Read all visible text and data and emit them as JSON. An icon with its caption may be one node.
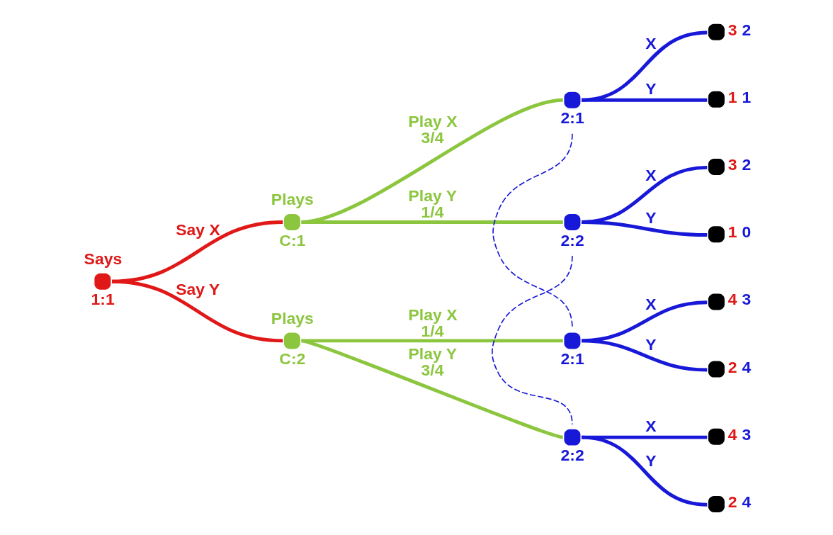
{
  "diagram": {
    "nodes": [
      {
        "text": [
          "Says",
          "1:1"
        ]
      },
      {
        "text": [
          "Plays",
          "C:1"
        ]
      },
      {
        "text": [
          "Plays",
          "C:2"
        ]
      },
      {
        "text": [
          "2:1"
        ]
      },
      {
        "text": [
          "2:2"
        ]
      },
      {
        "text": [
          "2:1"
        ]
      },
      {
        "text": [
          "2:2"
        ]
      },
      {
        "text": [],
        "shape": "circle",
        "beside": [
          "3",
          "2"
        ]
      },
      {
        "text": [],
        "shape": "circle",
        "beside": [
          "1",
          "1"
        ]
      },
      {
        "text": [],
        "shape": "circle",
        "beside": [
          "3",
          "2"
        ]
      },
      {
        "text": [],
        "shape": "circle",
        "beside": [
          "1",
          "0"
        ]
      },
      {
        "text": [],
        "shape": "circle",
        "beside": [
          "4",
          "3"
        ]
      },
      {
        "text": [],
        "shape": "circle",
        "beside": [
          "2",
          "4"
        ]
      },
      {
        "text": [],
        "shape": "circle",
        "beside": [
          "4",
          "3"
        ]
      },
      {
        "text": [],
        "shape": "circle",
        "beside": [
          "2",
          "4"
        ]
      }
    ],
    "edges": [
      {
        "from": 0,
        "to": 1,
        "arrow": "none",
        "label": "Say X",
        "color": "#e01818"
      },
      {
        "from": 0,
        "to": 2,
        "arrow": "none",
        "label": "Say Y",
        "color": "#e01818"
      },
      {
        "from": 1,
        "to": 3,
        "arrow": "none",
        "label": "Play X",
        "color": "#8cc63f"
      },
      {
        "from": 1,
        "to": 4,
        "arrow": "none",
        "label": "Play Y",
        "color": "#8cc63f"
      },
      {
        "from": 2,
        "to": 5,
        "arrow": "none",
        "label": "Play X",
        "color": "#8cc63f"
      },
      {
        "from": 2,
        "to": 6,
        "arrow": "none",
        "label": "Play Y",
        "color": "#8cc63f"
      },
      {
        "from": 3,
        "to": 7,
        "arrow": "none",
        "label": "X"
      },
      {
        "from": 3,
        "to": 8,
        "arrow": "none",
        "label": "Y"
      },
      {
        "from": 4,
        "to": 9,
        "arrow": "none",
        "label": "X"
      },
      {
        "from": 4,
        "to": 10,
        "arrow": "none",
        "label": "Y"
      },
      {
        "from": 5,
        "to": 11,
        "arrow": "none",
        "label": "X"
      },
      {
        "from": 5,
        "to": 12,
        "arrow": "none",
        "label": "Y"
      },
      {
        "from": 6,
        "to": 13,
        "arrow": "none",
        "label": "X"
      },
      {
        "from": 6,
        "to": 14,
        "arrow": "none",
        "label": "Y"
      },
      {
        "from": 3,
        "to": 5,
        "arrow": "none",
        "style": "dashed"
      },
      {
        "from": 4,
        "to": 6,
        "arrow": "none",
        "style": "dashed"
      }
    ],
    "labels": [
      "3/4",
      "1/4",
      "1/4",
      "3/4"
    ]
  }
}
